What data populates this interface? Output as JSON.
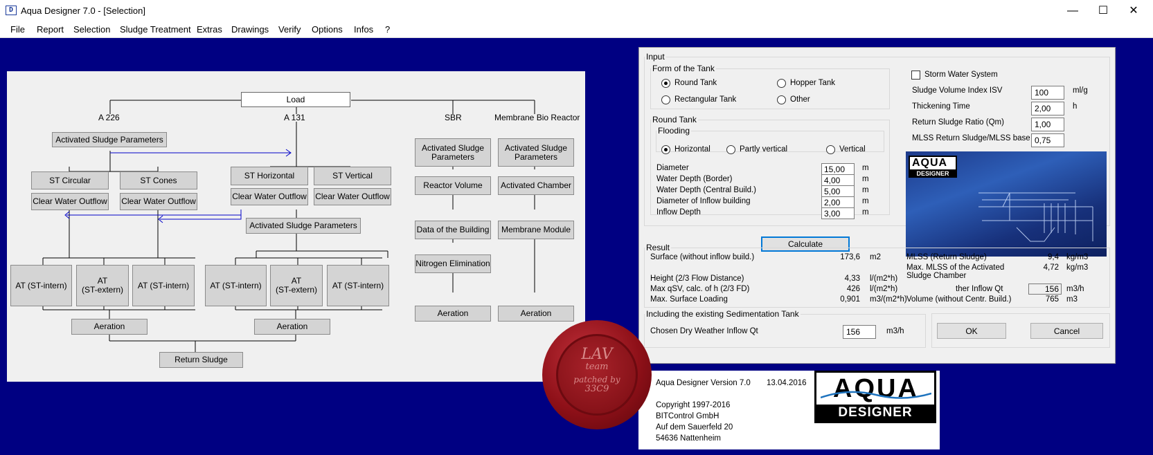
{
  "window": {
    "title": "Aqua Designer 7.0 - [Selection]",
    "minimize": "—",
    "maximize": "☐",
    "close": "✕"
  },
  "menu": [
    "File",
    "Report",
    "Selection",
    "Sludge Treatment",
    "Extras",
    "Drawings",
    "Verify",
    "Options",
    "Infos",
    "?"
  ],
  "diagram": {
    "load": "Load",
    "a226": "A 226",
    "a131": "A 131",
    "sbr": "SBR",
    "mbr": "Membrane Bio Reactor",
    "asp": "Activated Sludge Parameters",
    "st_circular": "ST Circular",
    "st_cones": "ST Cones",
    "st_horizontal": "ST Horizontal",
    "st_vertical": "ST Vertical",
    "cwo": "Clear Water Outflow",
    "at_intern": "AT (ST-intern)",
    "at_extern": "AT\n(ST-extern)",
    "aeration": "Aeration",
    "return_sludge": "Return Sludge",
    "reactor_volume": "Reactor Volume",
    "activated_chamber": "Activated Chamber",
    "data_building": "Data of the Building",
    "membrane_module": "Membrane Module",
    "nitrogen": "Nitrogen Elimination"
  },
  "dialog": {
    "input_legend": "Input",
    "form_legend": "Form of the Tank",
    "round_tank": "Round Tank",
    "hopper_tank": "Hopper Tank",
    "rect_tank": "Rectangular Tank",
    "other": "Other",
    "round_legend": "Round Tank",
    "flooding_legend": "Flooding",
    "horizontal": "Horizontal",
    "partly_vertical": "Partly vertical",
    "vertical": "Vertical",
    "params": [
      {
        "label": "Diameter",
        "value": "15,00",
        "unit": "m"
      },
      {
        "label": "Water Depth (Border)",
        "value": "4,00",
        "unit": "m"
      },
      {
        "label": "Water Depth (Central Build.)",
        "value": "5,00",
        "unit": "m"
      },
      {
        "label": "Diameter of Inflow building",
        "value": "2,00",
        "unit": "m"
      },
      {
        "label": "Inflow Depth",
        "value": "3,00",
        "unit": "m"
      }
    ],
    "storm": "Storm Water System",
    "right_params": [
      {
        "label": "Sludge Volume Index ISV",
        "value": "100",
        "unit": "ml/g"
      },
      {
        "label": "Thickening Time",
        "value": "2,00",
        "unit": "h"
      },
      {
        "label": "Return Sludge Ratio (Qm)",
        "value": "1,00",
        "unit": ""
      },
      {
        "label": "MLSS Return Sludge/MLSS base",
        "value": "0,75",
        "unit": ""
      }
    ],
    "calculate": "Calculate",
    "result_legend": "Result",
    "results_left": [
      {
        "label": "Surface (without inflow build.)",
        "value": "173,6",
        "unit": "m2"
      },
      {
        "label": "Height (2/3 Flow Distance)",
        "value": "4,33",
        "unit": "l/(m2*h)"
      },
      {
        "label": "Max qSV, calc. of h (2/3 FD)",
        "value": "426",
        "unit": "l/(m2*h)"
      },
      {
        "label": "Max. Surface Loading",
        "value": "0,901",
        "unit": "m3/(m2*h)"
      }
    ],
    "results_right": [
      {
        "label": "MLSS (Return Sludge)",
        "value": "9,4",
        "unit": "kg/m3"
      },
      {
        "label": "Max. MLSS of the Activated Sludge Chamber",
        "value": "4,72",
        "unit": "kg/m3"
      },
      {
        "label": "ther Inflow Qt",
        "value": "156",
        "unit": "m3/h"
      },
      {
        "label": "Volume (without Centr. Build.)",
        "value": "765",
        "unit": "m3"
      }
    ],
    "existing_legend": "Including the existing Sedimentation Tank",
    "chosen_label": "Chosen Dry Weather Inflow Qt",
    "chosen_value": "156",
    "chosen_unit": "m3/h",
    "ok": "OK",
    "cancel": "Cancel",
    "logo_top": "AQUA",
    "logo_bottom": "DESIGNER"
  },
  "about": {
    "version": "Aqua Designer Version 7.0",
    "date": "13.04.2016",
    "copyright": "Copyright 1997-2016",
    "company": "BITControl GmbH",
    "street": "Auf dem Sauerfeld 20",
    "city": "54636 Nattenheim",
    "logo_top": "AQUA",
    "logo_bottom": "DESIGNER"
  },
  "seal": {
    "line1": "LAV",
    "line2": "team",
    "line3": "patched by",
    "line4": "33C9"
  }
}
